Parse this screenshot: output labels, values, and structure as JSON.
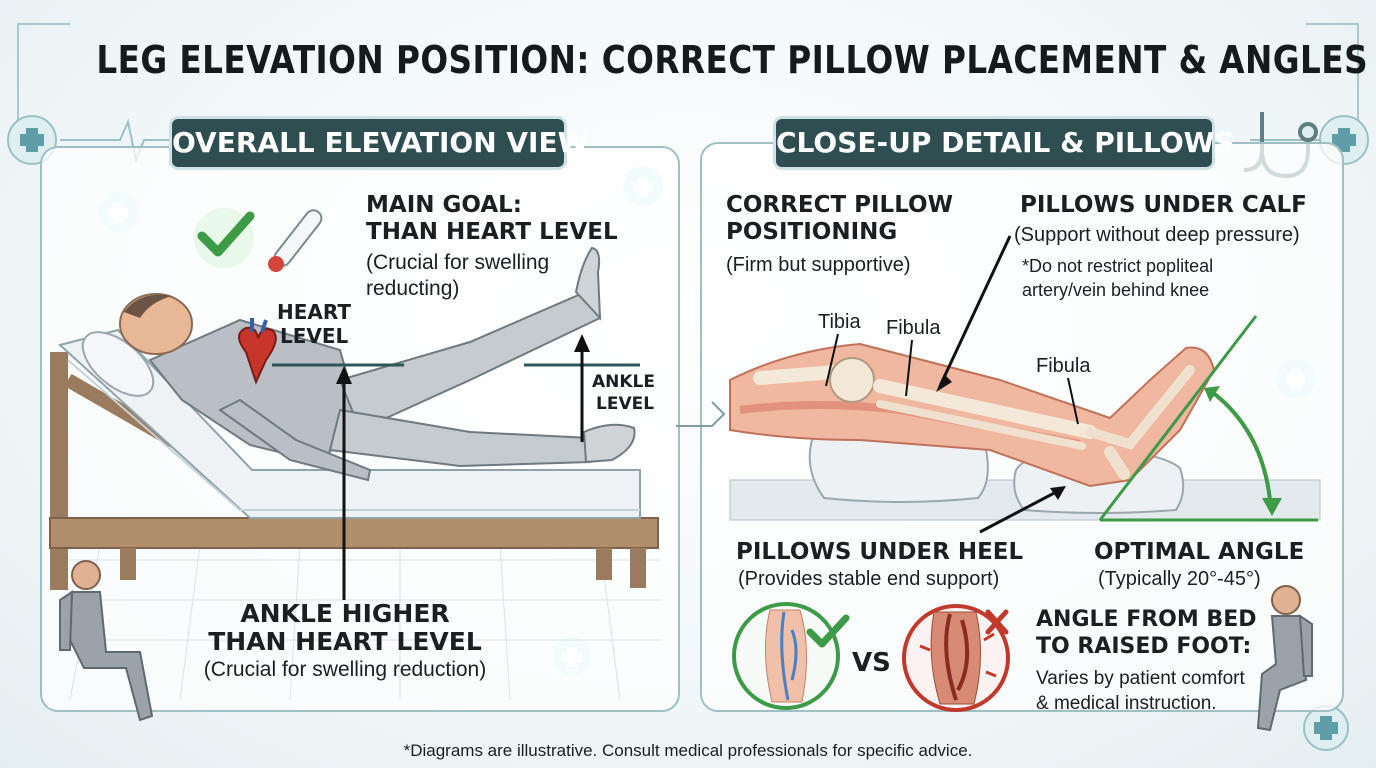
{
  "title": "LEG ELEVATION POSITION: CORRECT PILLOW PLACEMENT & ANGLES",
  "left_panel": {
    "header": "OVERALL ELEVATION VIEW",
    "main_goal_title_1": "MAIN GOAL:",
    "main_goal_title_2": "THAN HEART LEVEL",
    "main_goal_note_1": "(Crucial for swelling",
    "main_goal_note_2": "reducting)",
    "heart_level_1": "HEART",
    "heart_level_2": "LEVEL",
    "ankle_level_1": "ANKLE",
    "ankle_level_2": "LEVEL",
    "bottom_title_1": "ANKLE HIGHER",
    "bottom_title_2": "THAN HEART LEVEL",
    "bottom_note": "(Crucial for swelling reduction)"
  },
  "right_panel": {
    "header": "CLOSE-UP DETAIL & PILLOWS",
    "correct_title_1": "CORRECT PILLOW",
    "correct_title_2": "POSITIONING",
    "correct_note": "(Firm but supportive)",
    "calf_title": "PILLOWS UNDER CALF",
    "calf_note": "(Support without deep pressure)",
    "calf_warning_1": "*Do not restrict popliteal",
    "calf_warning_2": "artery/vein behind knee",
    "label_tibia": "Tibia",
    "label_fibula_1": "Fibula",
    "label_fibula_2": "Fibula",
    "heel_title": "PILLOWS UNDER HEEL",
    "heel_note": "(Provides stable end support)",
    "angle_title": "OPTIMAL ANGLE",
    "angle_note": "(Typically 20°-45°)",
    "vs_label": "VS",
    "angle_from_title_1": "ANGLE FROM BED",
    "angle_from_title_2": "TO RAISED FOOT:",
    "angle_from_note_1": "Varies by patient comfort",
    "angle_from_note_2": "& medical instruction."
  },
  "footer": "*Diagrams are illustrative. Consult medical professionals for specific advice.",
  "colors": {
    "header_bg": "#2f4e52",
    "accent_green": "#3d9a47",
    "warning_red": "#c0392b",
    "skin": "#f0b8a0",
    "pillow": "#e9edf0"
  },
  "icons": [
    "medical-cross-icon",
    "check-icon",
    "thermometer-icon",
    "heart-icon",
    "stethoscope-icon",
    "x-icon",
    "healthy-vein-icon",
    "damaged-vein-icon",
    "seated-person-icon"
  ]
}
